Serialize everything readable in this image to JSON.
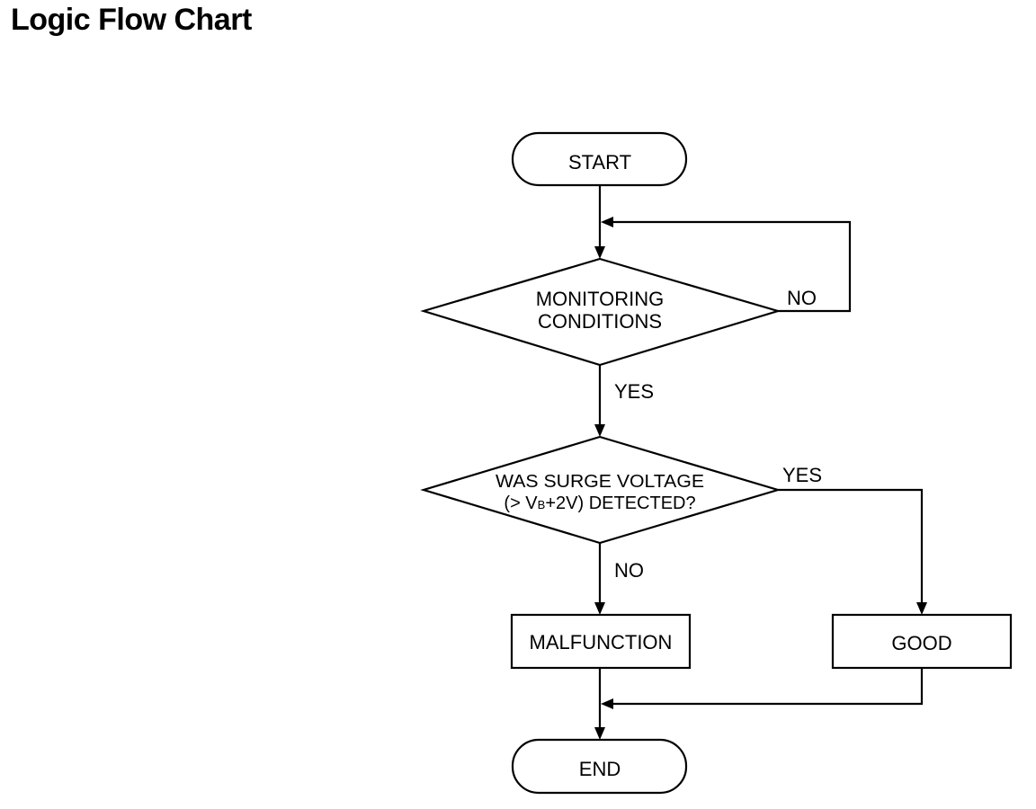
{
  "title": "Logic Flow Chart",
  "nodes": {
    "start": "START",
    "monitoring": {
      "line1": "MONITORING",
      "line2": "CONDITIONS"
    },
    "surge": {
      "line1": "WAS SURGE VOLTAGE",
      "line2_prefix": "(> V",
      "line2_sub": "B",
      "line2_suffix": "+2V) DETECTED?"
    },
    "malfunction": "MALFUNCTION",
    "good": "GOOD",
    "end": "END"
  },
  "edges": {
    "monitoring_no": "NO",
    "monitoring_yes": "YES",
    "surge_yes": "YES",
    "surge_no": "NO"
  }
}
